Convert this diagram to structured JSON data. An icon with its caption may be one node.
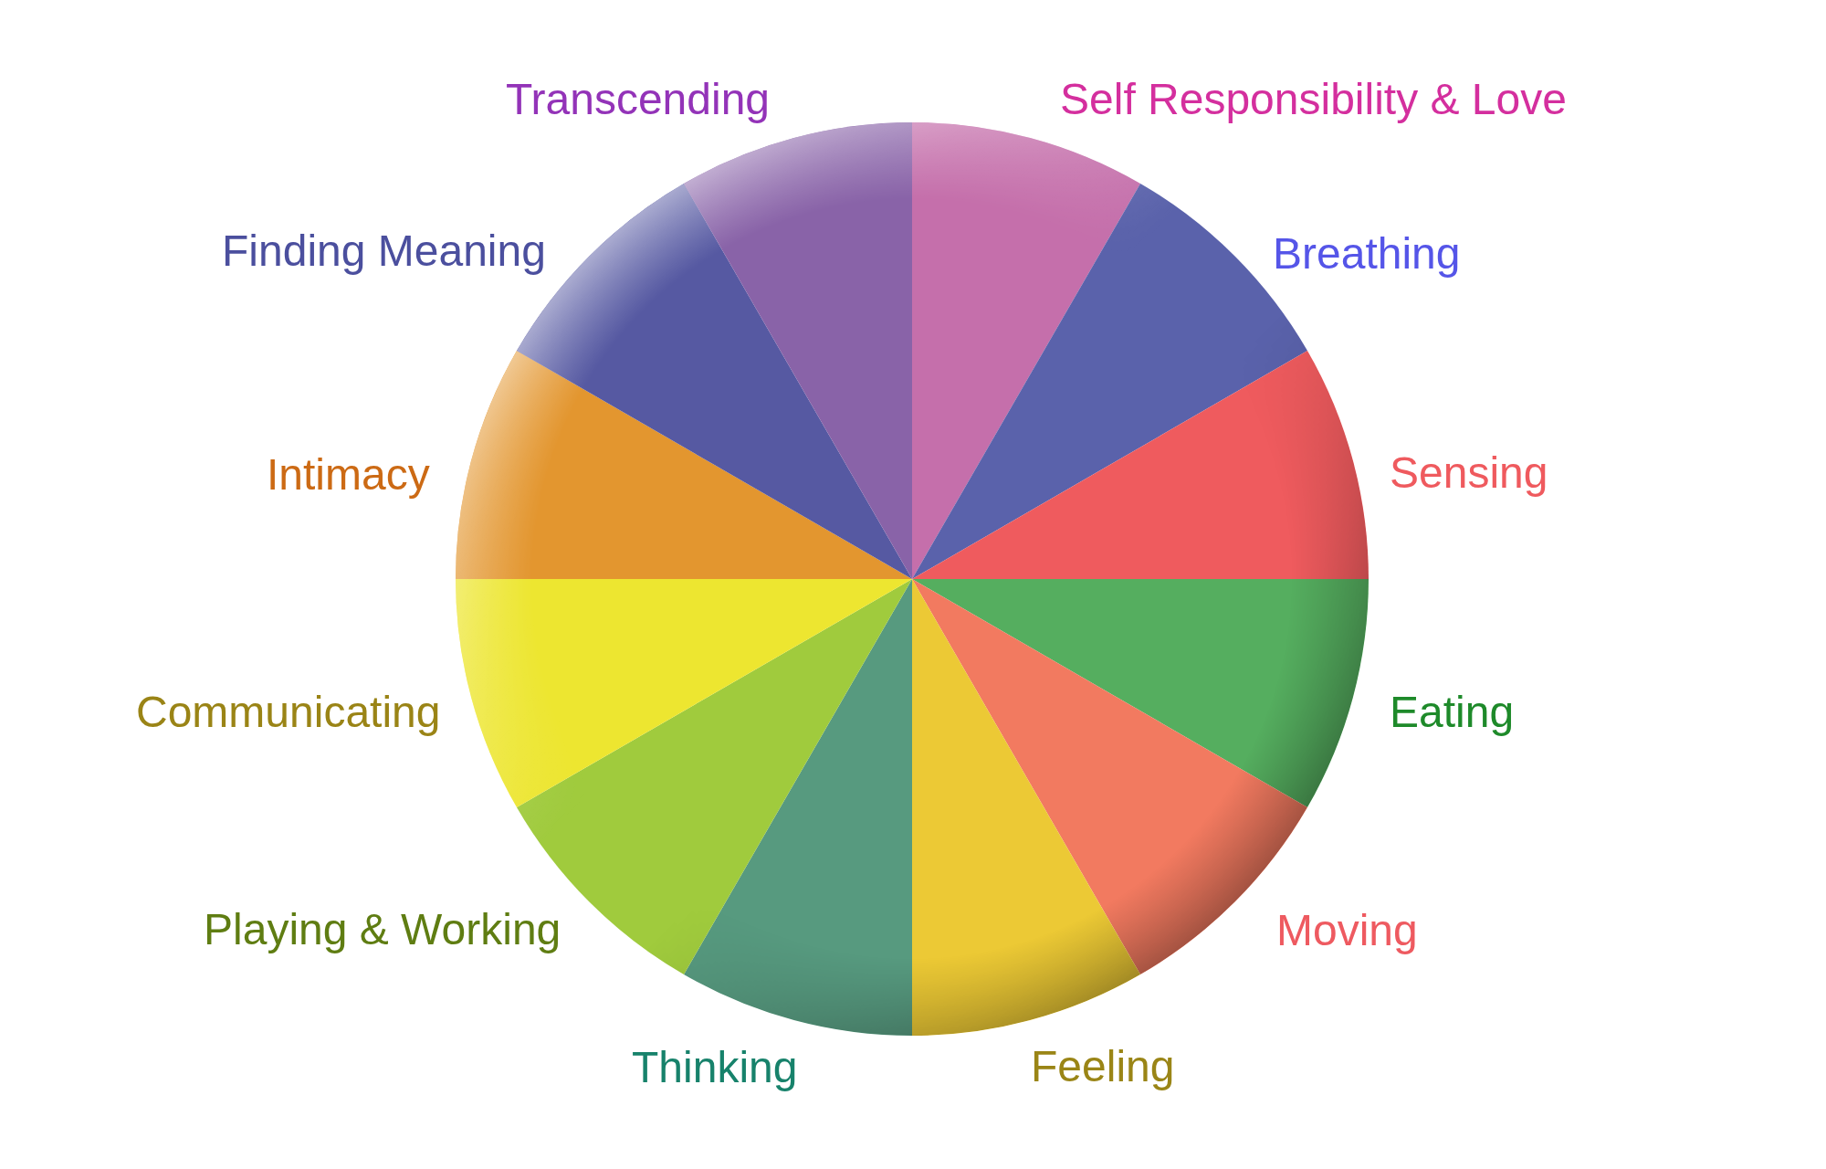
{
  "diagram": {
    "nodes": [
      {
        "text": [
          "Self Responsibility & Love"
        ]
      },
      {
        "text": [
          "Breathing"
        ]
      },
      {
        "text": [
          "Sensing"
        ]
      },
      {
        "text": [
          "Eating"
        ]
      },
      {
        "text": [
          "Moving"
        ]
      },
      {
        "text": [
          "Feeling"
        ]
      },
      {
        "text": [
          "Thinking"
        ]
      },
      {
        "text": [
          "Playing & Working"
        ]
      },
      {
        "text": [
          "Communicating"
        ]
      },
      {
        "text": [
          "Intimacy"
        ]
      },
      {
        "text": [
          "Finding Meaning"
        ]
      },
      {
        "text": [
          "Transcending"
        ]
      }
    ]
  }
}
